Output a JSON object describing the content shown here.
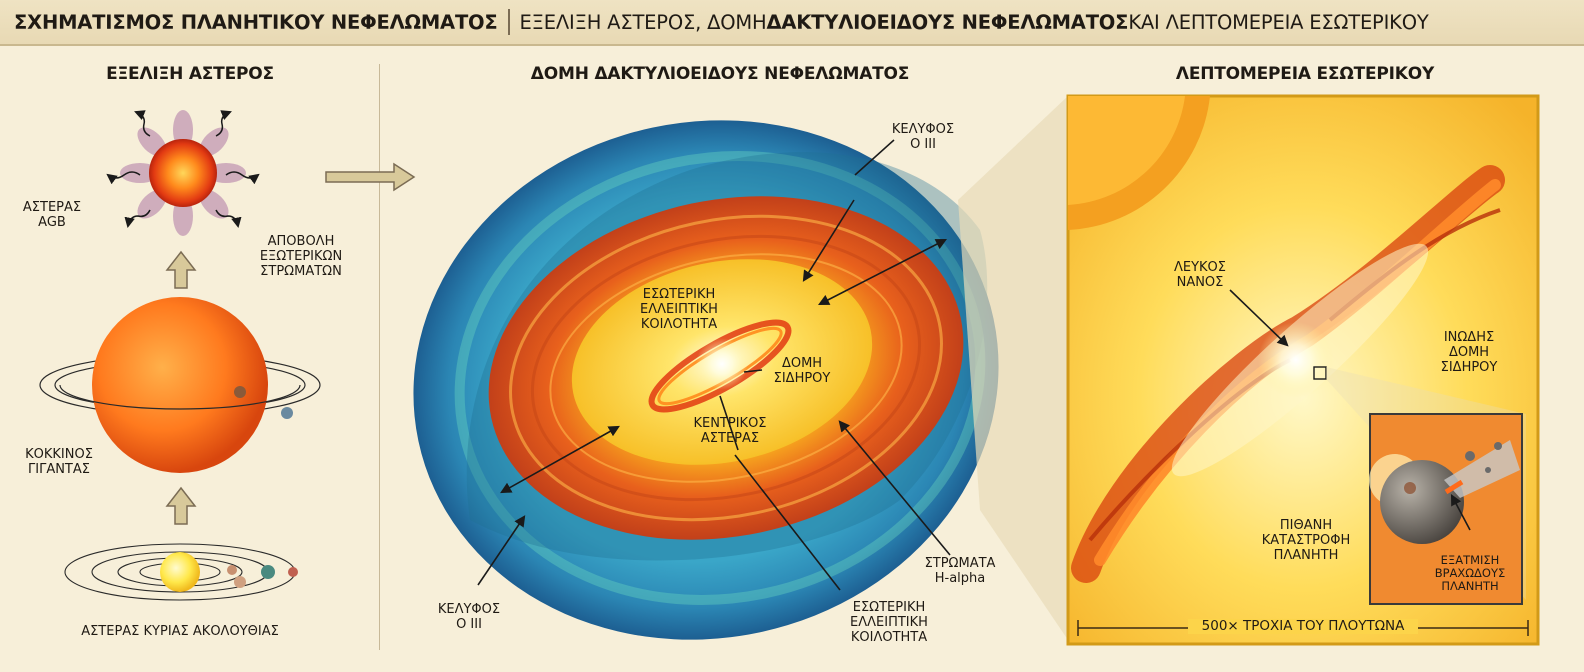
{
  "header": {
    "main_title": "ΣΧΗΜΑΤΙΣΜΟΣ ΠΛΑΝΗΤΙΚΟΥ ΝΕΦΕΛΩΜΑΤΟΣ",
    "subtitle_part1": "ΕΞΕΛΙΞΗ ΑΣΤΕΡΟΣ, ΔΟΜΗ ",
    "subtitle_bold": "ΔΑΚΤΥΛΙΟΕΙΔΟΥΣ ΝΕΦΕΛΩΜΑΤΟΣ",
    "subtitle_part2": " ΚΑΙ ΛΕΠΤΟΜΕΡΕΙΑ ΕΣΩΤΕΡΙΚΟΥ"
  },
  "panels": {
    "left": {
      "title": "ΕΞΕΛΙΞΗ ΑΣΤΕΡΟΣ",
      "agb_star": [
        "ΑΣΤΕΡΑΣ",
        "AGB"
      ],
      "ejection": [
        "ΑΠΟΒΟΛΗ",
        "ΕΞΩΤΕΡΙΚΩΝ",
        "ΣΤΡΩΜΑΤΩΝ"
      ],
      "red_giant": [
        "ΚΟΚΚΙΝΟΣ",
        "ΓΙΓΑΝΤΑΣ"
      ],
      "main_sequence": "ΑΣΤΕΡΑΣ ΚΥΡΙΑΣ ΑΚΟΛΟΥΘΙΑΣ"
    },
    "middle": {
      "title": "ΔΟΜΗ ΔΑΚΤΥΛΙΟΕΙΔΟΥΣ ΝΕΦΕΛΩΜΑΤΟΣ",
      "shell_top": [
        "ΚΕΛΥΦΟΣ",
        "Ο III"
      ],
      "inner_cavity": [
        "ΕΣΩΤΕΡΙΚΗ",
        "ΕΛΛΕΙΠΤΙΚΗ",
        "ΚΟΙΛΟΤΗΤΑ"
      ],
      "iron_structure": [
        "ΔΟΜΗ",
        "ΣΙΔΗΡΟΥ"
      ],
      "central_star": [
        "ΚΕΝΤΡΙΚΟΣ",
        "ΑΣΤΕΡΑΣ"
      ],
      "h_alpha": [
        "ΣΤΡΩΜΑΤΑ",
        "H-alpha"
      ],
      "shell_bottom": [
        "ΚΕΛΥΦΟΣ",
        "Ο III"
      ],
      "inner_cavity_bottom": [
        "ΕΣΩΤΕΡΙΚΗ",
        "ΕΛΛΕΙΠΤΙΚΗ",
        "ΚΟΙΛΟΤΗΤΑ"
      ]
    },
    "right": {
      "title": "ΛΕΠΤΟΜΕΡΕΙΑ ΕΣΩΤΕΡΙΚΟΥ",
      "white_dwarf": [
        "ΛΕΥΚΟΣ",
        "ΝΑΝΟΣ"
      ],
      "filament_iron": [
        "ΙΝΩΔΗΣ",
        "ΔΟΜΗ",
        "ΣΙΔΗΡΟΥ"
      ],
      "planet_destruction": [
        "ΠΙΘΑΝΗ",
        "ΚΑΤΑΣΤΡΟΦΗ",
        "ΠΛΑΝΗΤΗ"
      ],
      "rocky_vapor": [
        "ΕΞΑΤΜΙΣΗ",
        "ΒΡΑΧΩΔΟΥΣ",
        "ΠΛΑΝΗΤΗ"
      ],
      "scale_bar": "500× ΤΡΟΧΙΑ ΤΟΥ ΠΛΟΥΤΩΝΑ"
    }
  },
  "colors": {
    "background": "#f7efd9",
    "oiii_shell": "#2f8fb8",
    "halpha_ring": "#e8601c",
    "cavity": "#ffd84a",
    "frame": "#e0a020"
  },
  "icons": [
    "arrow-up-icon",
    "arrow-right-icon",
    "double-arrow-icon"
  ]
}
